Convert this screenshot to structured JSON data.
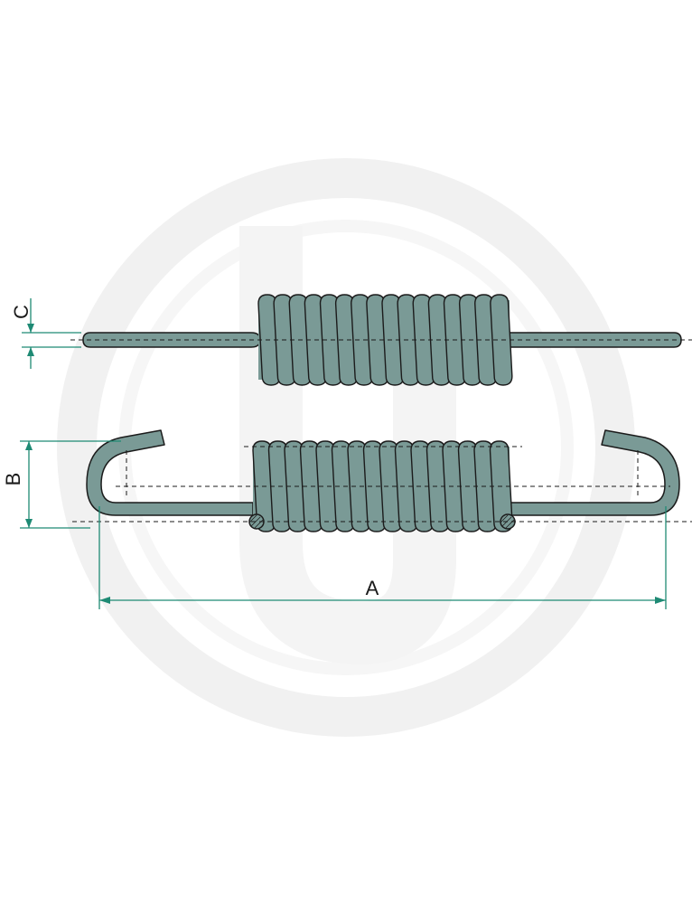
{
  "dimensions": {
    "a_label": "A",
    "b_label": "B",
    "c_label": "C"
  },
  "colors": {
    "spring_fill": "#7a9a96",
    "outline": "#1b1b1b",
    "dimension": "#1e8a74",
    "watermark": "#f2f2f2"
  }
}
